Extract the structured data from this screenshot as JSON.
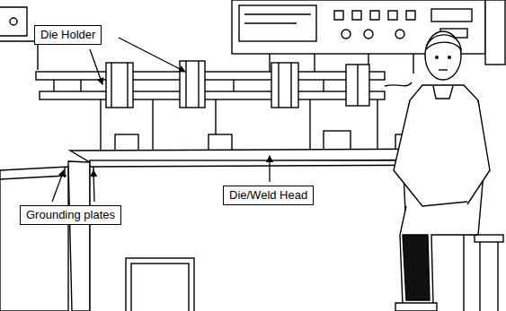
{
  "diagram": {
    "nodes": [
      {
        "text": [
          "Die Holder"
        ]
      },
      {
        "text": [
          "Die/Weld Head"
        ]
      },
      {
        "text": [
          "Grounding plates"
        ]
      }
    ]
  }
}
